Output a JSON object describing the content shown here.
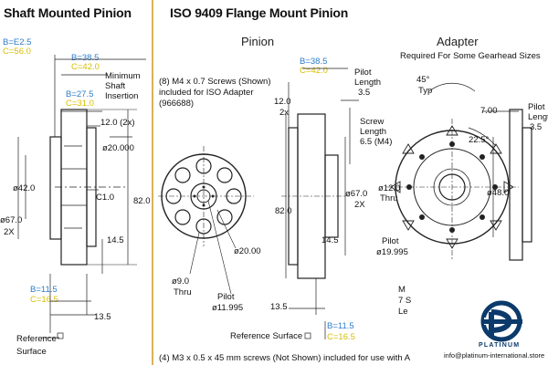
{
  "left": {
    "title": "Shaft Mounted Pinion",
    "b_top": "B=E2.5",
    "c_top": "C=56.0",
    "b_mid": "B=38.5",
    "c_mid": "C=42.0",
    "b_low": "B=27.5",
    "c_low": "C=31.0",
    "min_ins": "Minimum",
    "min_ins2": "Shaft",
    "min_ins3": "Insertion",
    "dim_12": "12.0 (2x)",
    "dim_20": "ø20.000",
    "dim_42": "ø42.0",
    "dim_67": "ø67.0",
    "dim_2x": "2X",
    "dim_c1": "C1.0",
    "dim_82": "82.0",
    "dim_145": "14.5",
    "b_bot": "B=11.5",
    "c_bot": "C=16.5",
    "dim_135": "13.5",
    "ref1": "Reference",
    "ref2": "Surface"
  },
  "right": {
    "title": "ISO 9409 Flange Mount Pinion",
    "pinion_label": "Pinion",
    "adapter_label": "Adapter",
    "adapter_note": "Required For Some Gearhead Sizes",
    "screws_note": [
      "(8) M4 x 0.7 Screws (Shown)",
      "included for ISO Adapter",
      "(966688)"
    ],
    "b_top": "B=38.5",
    "c_top": "C=42.0",
    "pilot_len": [
      "Pilot",
      "Length",
      "3.5"
    ],
    "dim_12": [
      "12.0",
      "2x"
    ],
    "screw_len": [
      "Screw",
      "Length",
      "6.5 (M4)"
    ],
    "dim_67": [
      "ø67.0",
      "2X"
    ],
    "dim_82": "82.0",
    "dim_120": [
      "ø12.0",
      "Thru"
    ],
    "dim_20": "ø20.00",
    "dim_90": [
      "ø9.0",
      "Thru"
    ],
    "pilot_bottom": [
      "Pilot",
      "ø11.995"
    ],
    "pilot_right": [
      "Pilot",
      "ø19.995"
    ],
    "dim_145": "14.5",
    "dim_135": "13.5",
    "b_bot": "B=11.5",
    "c_bot": "C=16.5",
    "ref": "Reference Surface",
    "bottom_note": "(4) M3 x 0.5 x 45 mm screws (Not Shown) included for use with A",
    "adapter_45": [
      "45°",
      "Typ"
    ],
    "adapter_225": "22.5°",
    "adapter_700": "7.00",
    "adapter_pilot": [
      "Pilot",
      "Length",
      "3.5"
    ],
    "adapter_48": "ø48.0",
    "adapter_m": [
      "M",
      "7 S",
      "Le"
    ]
  },
  "brand": {
    "name": "PLATINUM",
    "url": "info@platinum-international.store"
  },
  "colors": {
    "blue": "#2d7cc9",
    "yellow": "#d8bf00",
    "divider": "#d9b15a"
  }
}
